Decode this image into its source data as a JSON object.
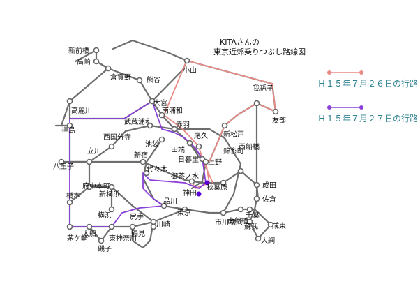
{
  "map": {
    "title_line1": "KITAさんの",
    "title_line2": "東京近郊乗りつぶし路線図",
    "legend": [
      {
        "label": "Ｈ１５年７月２６日の行路",
        "color": "#e88a86"
      },
      {
        "label": "Ｈ１５年７月２７日の行路",
        "color": "#8a40d8"
      }
    ],
    "stations": {
      "shinmaebashi": "新前橋",
      "takasaki": "高崎",
      "kuragano": "倉賀野",
      "kumagaya": "熊谷",
      "oyama": "小山",
      "mamada": "我孫子",
      "tomobe": "友部",
      "takahagi": "高麗川",
      "omiya": "大宮",
      "minamiurawa": "南浦和",
      "musashiurawa": "武蔵浦和",
      "akabane": "赤羽",
      "ojima": "尾久",
      "shinmatsudo": "新松戸",
      "haijima": "拝島",
      "tachikawa": "立川",
      "nishikokubunji": "西国分寺",
      "ikebukuro": "池袋",
      "tabata": "田端",
      "nippori": "日暮里",
      "ueno": "上野",
      "kinshicho": "錦糸町",
      "nishifunabashi": "西船橋",
      "shinjuku": "新宿",
      "yoyogi": "代々木",
      "ochanomizu": "御茶ノ水",
      "akihabara": "秋葉原",
      "kanda": "神田",
      "hachioji": "八王子",
      "fuchuhonmachi": "府中本町",
      "shinmatsudo2": "新横浜",
      "narita": "成田",
      "sakura": "佐倉",
      "hashimoto": "橋本",
      "shinagawa": "品川",
      "tokyo": "東京",
      "ichikawashiohama": "市川塩浜",
      "minamifunabashi": "南船橋",
      "chiba": "千葉",
      "soga": "蘇我",
      "naruto": "成東",
      "oami": "大網",
      "yokohama": "横浜",
      "shiriya": "尻手",
      "kawasaki": "川崎",
      "chigasaki": "茅ケ崎",
      "ofuna": "大船",
      "higashikanagawa": "東神奈川",
      "isogo": "磯子",
      "tsurumi": "鶴見"
    }
  }
}
